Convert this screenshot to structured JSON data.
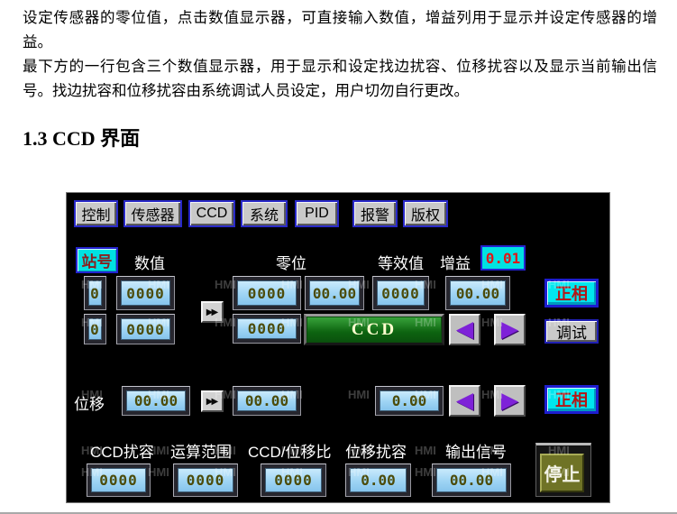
{
  "document": {
    "para1": "设定传感器的零位值，点击数值显示器，可直接输入数值，增益列用于显示并设定传感器的增益。",
    "para2": "最下方的一行包含三个数值显示器，用于显示和设定找边扰容、位移扰容以及显示当前输出信号。找边扰容和位移扰容由系统调试人员设定，用户切勿自行更改。",
    "heading": "1.3 CCD 界面"
  },
  "hmi": {
    "watermark": "HMI",
    "tabs": [
      "控制",
      "传感器",
      "CCD",
      "系统",
      "PID",
      "报警",
      "版权"
    ],
    "header": {
      "station_label": "站号",
      "value_label": "数值",
      "zero_label": "零位",
      "equiv_label": "等效值",
      "gain_label": "增益",
      "gain_value": "0.01"
    },
    "row1": {
      "station": "0",
      "value": "0000",
      "zero": "0000",
      "zero_offset": "00.00",
      "equiv": "0000",
      "equiv_offset": "00.00",
      "phase_button": "正相"
    },
    "row2": {
      "station": "0",
      "value": "0000",
      "zero": "0000",
      "ccd_button": "CCD",
      "debug_button": "调试"
    },
    "displacement": {
      "label": "位移",
      "value": "00.00",
      "zero": "00.00",
      "equiv": "0.00",
      "phase_button": "正相"
    },
    "bottom": {
      "labels": [
        "CCD扰容",
        "运算范围",
        "CCD/位移比",
        "位移扰容",
        "输出信号"
      ],
      "values": [
        "0000",
        "0000",
        "0000",
        "0.00",
        "00.00"
      ],
      "stop_button": "停止"
    },
    "icons": {
      "fast_forward": "▶▶",
      "prev": "◀",
      "next": "▶"
    }
  }
}
